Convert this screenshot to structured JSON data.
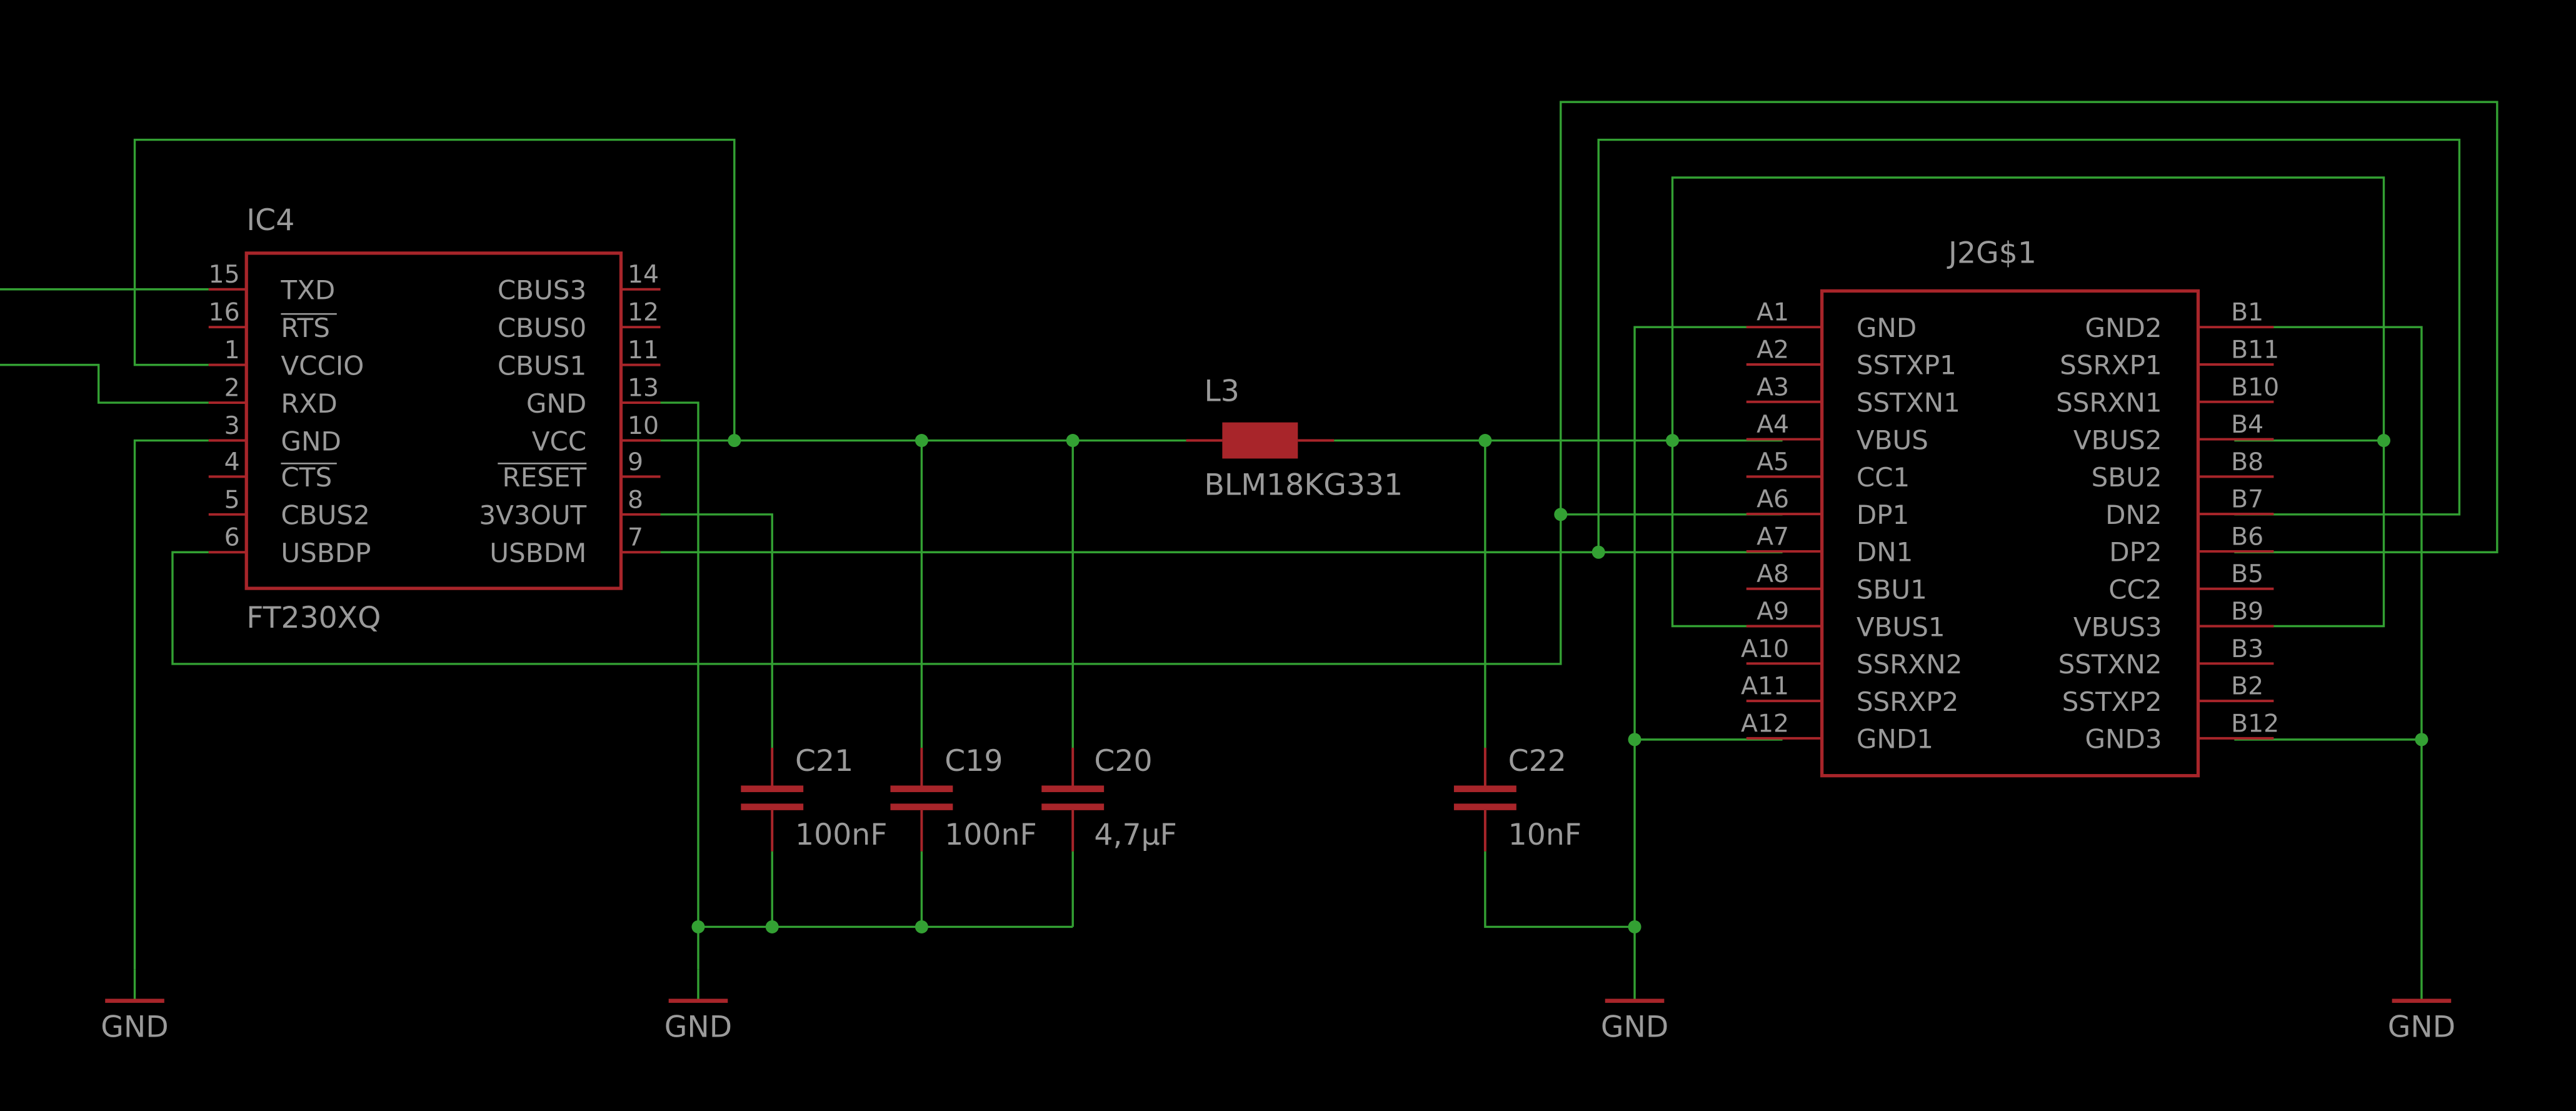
{
  "colors": {
    "background": "#000000",
    "net": "#33a033",
    "symbol": "#a8252a",
    "text": "#9a9a9a",
    "junction": "#33a033"
  },
  "ic4": {
    "name": "IC4",
    "value": "FT230XQ",
    "pins_left": [
      {
        "num": "15",
        "label": "TXD"
      },
      {
        "num": "16",
        "label": "RTS"
      },
      {
        "num": "1",
        "label": "VCCIO"
      },
      {
        "num": "2",
        "label": "RXD"
      },
      {
        "num": "3",
        "label": "GND"
      },
      {
        "num": "4",
        "label": "CTS"
      },
      {
        "num": "5",
        "label": "CBUS2"
      },
      {
        "num": "6",
        "label": "USBDP"
      }
    ],
    "pins_right": [
      {
        "num": "14",
        "label": "CBUS3"
      },
      {
        "num": "12",
        "label": "CBUS0"
      },
      {
        "num": "11",
        "label": "CBUS1"
      },
      {
        "num": "13",
        "label": "GND"
      },
      {
        "num": "10",
        "label": "VCC"
      },
      {
        "num": "9",
        "label": "RESET"
      },
      {
        "num": "8",
        "label": "3V3OUT"
      },
      {
        "num": "7",
        "label": "USBDM"
      }
    ]
  },
  "l3": {
    "name": "L3",
    "value": "BLM18KG331"
  },
  "caps": [
    {
      "name": "C21",
      "value": "100nF"
    },
    {
      "name": "C19",
      "value": "100nF"
    },
    {
      "name": "C20",
      "value": "4,7µF"
    },
    {
      "name": "C22",
      "value": "10nF"
    }
  ],
  "j2": {
    "name": "J2G$1",
    "pins_left": [
      {
        "num": "A1",
        "label": "GND"
      },
      {
        "num": "A2",
        "label": "SSTXP1"
      },
      {
        "num": "A3",
        "label": "SSTXN1"
      },
      {
        "num": "A4",
        "label": "VBUS"
      },
      {
        "num": "A5",
        "label": "CC1"
      },
      {
        "num": "A6",
        "label": "DP1"
      },
      {
        "num": "A7",
        "label": "DN1"
      },
      {
        "num": "A8",
        "label": "SBU1"
      },
      {
        "num": "A9",
        "label": "VBUS1"
      },
      {
        "num": "A10",
        "label": "SSRXN2"
      },
      {
        "num": "A11",
        "label": "SSRXP2"
      },
      {
        "num": "A12",
        "label": "GND1"
      }
    ],
    "pins_right": [
      {
        "num": "B1",
        "label": "GND2"
      },
      {
        "num": "B11",
        "label": "SSRXP1"
      },
      {
        "num": "B10",
        "label": "SSRXN1"
      },
      {
        "num": "B4",
        "label": "VBUS2"
      },
      {
        "num": "B8",
        "label": "SBU2"
      },
      {
        "num": "B7",
        "label": "DN2"
      },
      {
        "num": "B6",
        "label": "DP2"
      },
      {
        "num": "B5",
        "label": "CC2"
      },
      {
        "num": "B9",
        "label": "VBUS3"
      },
      {
        "num": "B3",
        "label": "SSTXN2"
      },
      {
        "num": "B2",
        "label": "SSTXP2"
      },
      {
        "num": "B12",
        "label": "GND3"
      }
    ]
  },
  "gnd_labels": [
    "GND",
    "GND",
    "GND",
    "GND"
  ]
}
